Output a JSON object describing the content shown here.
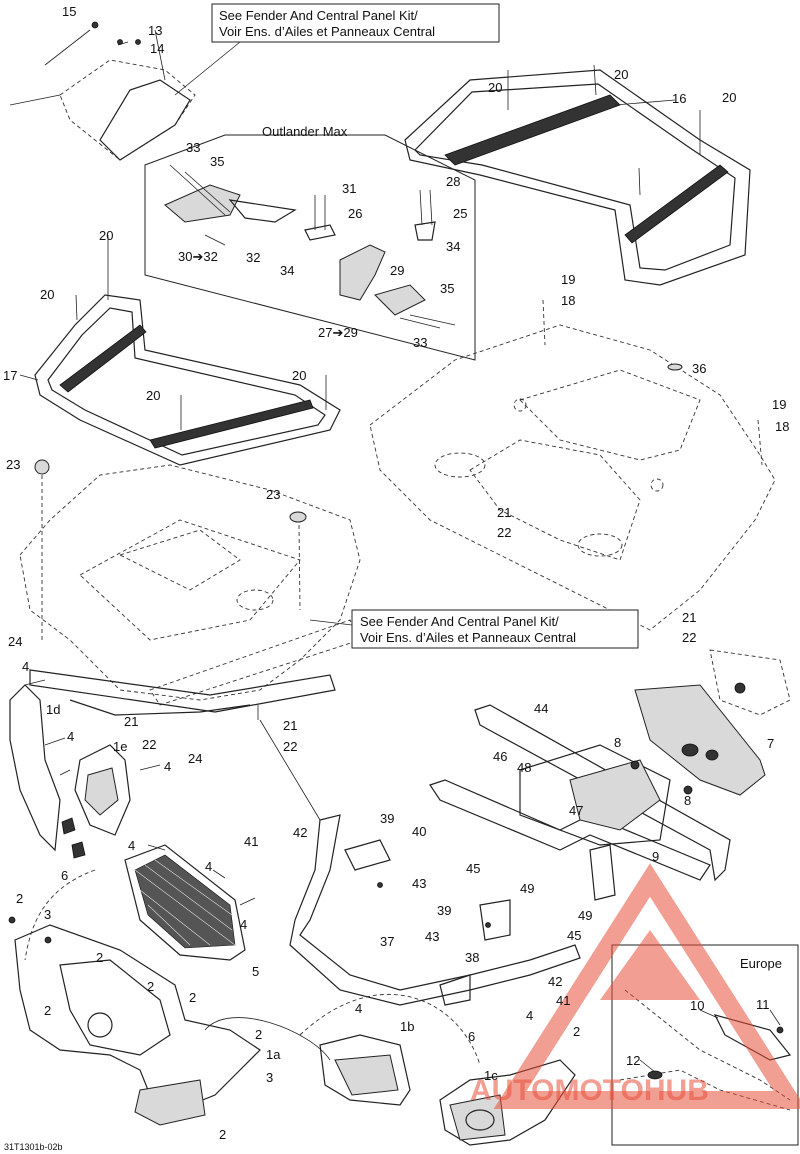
{
  "diagram_code": "31T1301b-02b",
  "notes": {
    "kit_top_line1": "See Fender And Central Panel Kit/",
    "kit_top_line2": "Voir Ens. d’Ailes et Panneaux Central",
    "kit_mid_line1": "See Fender And Central Panel Kit/",
    "kit_mid_line2": "Voir Ens. d’Ailes et Panneaux Central",
    "outlander_max": "Outlander Max",
    "europe": "Europe"
  },
  "watermark": "AUTOMOTOHUB",
  "labels": {
    "p1": "15",
    "p2": "13",
    "p3": "14",
    "p4": "20",
    "p5": "20",
    "p6": "16",
    "p7": "20",
    "p8": "33",
    "p9": "35",
    "p10": "31",
    "p11": "28",
    "p12": "26",
    "p13": "25",
    "p14": "30➔32",
    "p15": "32",
    "p16": "34",
    "p17": "34",
    "p18": "29",
    "p19": "35",
    "p20": "27➔29",
    "p21": "33",
    "p22": "20",
    "p23": "20",
    "p24": "17",
    "p25": "20",
    "p26": "20",
    "p27": "19",
    "p28": "18",
    "p29": "36",
    "p30": "19",
    "p31": "18",
    "p32": "23",
    "p33": "23",
    "p34": "21",
    "p35": "22",
    "p36": "21",
    "p37": "22",
    "p38": "24",
    "p39": "4",
    "p40": "1d",
    "p41": "21",
    "p42": "22",
    "p43": "24",
    "p44": "21",
    "p45": "22",
    "p46": "4",
    "p47": "1e",
    "p48": "4",
    "p49": "6",
    "p50": "44",
    "p51": "8",
    "p52": "7",
    "p53": "8",
    "p54": "46",
    "p55": "48",
    "p56": "47",
    "p57": "9",
    "p58": "39",
    "p59": "40",
    "p60": "41",
    "p61": "42",
    "p62": "43",
    "p63": "45",
    "p64": "49",
    "p65": "4",
    "p66": "4",
    "p67": "4",
    "p68": "5",
    "p69": "2",
    "p70": "3",
    "p71": "2",
    "p72": "2",
    "p73": "2",
    "p74": "2",
    "p75": "37",
    "p76": "39",
    "p77": "43",
    "p78": "38",
    "p79": "49",
    "p80": "45",
    "p81": "42",
    "p82": "41",
    "p83": "4",
    "p84": "1b",
    "p85": "6",
    "p86": "4",
    "p87": "1a",
    "p88": "2",
    "p89": "3",
    "p90": "1c",
    "p91": "2",
    "p92": "10",
    "p93": "11",
    "p94": "12",
    "p95": "2"
  }
}
